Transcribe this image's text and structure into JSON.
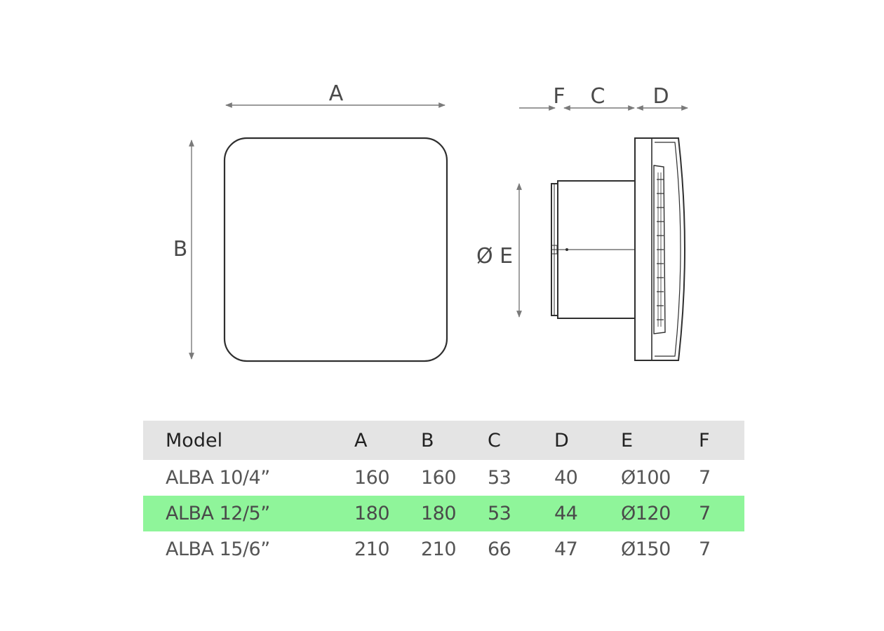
{
  "diagram": {
    "front_view": {
      "width_label": "A",
      "height_label": "B"
    },
    "side_view": {
      "flange_label": "F",
      "depth_label": "C",
      "grille_label": "D",
      "diameter_label": "Ø E"
    },
    "colors": {
      "line": "#2f2f2f",
      "dimension": "#7a7a7a",
      "label": "#4a4a4a",
      "header_bg": "#e4e4e4",
      "highlight_bg": "#8ff59a"
    }
  },
  "table": {
    "headers": [
      "Model",
      "A",
      "B",
      "C",
      "D",
      "E",
      "F"
    ],
    "rows": [
      {
        "model": "ALBA 10/4”",
        "a": "160",
        "b": "160",
        "c": "53",
        "d": "40",
        "e": "Ø100",
        "f": "7",
        "highlighted": false
      },
      {
        "model": "ALBA 12/5”",
        "a": "180",
        "b": "180",
        "c": "53",
        "d": "44",
        "e": "Ø120",
        "f": "7",
        "highlighted": true
      },
      {
        "model": "ALBA 15/6”",
        "a": "210",
        "b": "210",
        "c": "66",
        "d": "47",
        "e": "Ø150",
        "f": "7",
        "highlighted": false
      }
    ]
  }
}
